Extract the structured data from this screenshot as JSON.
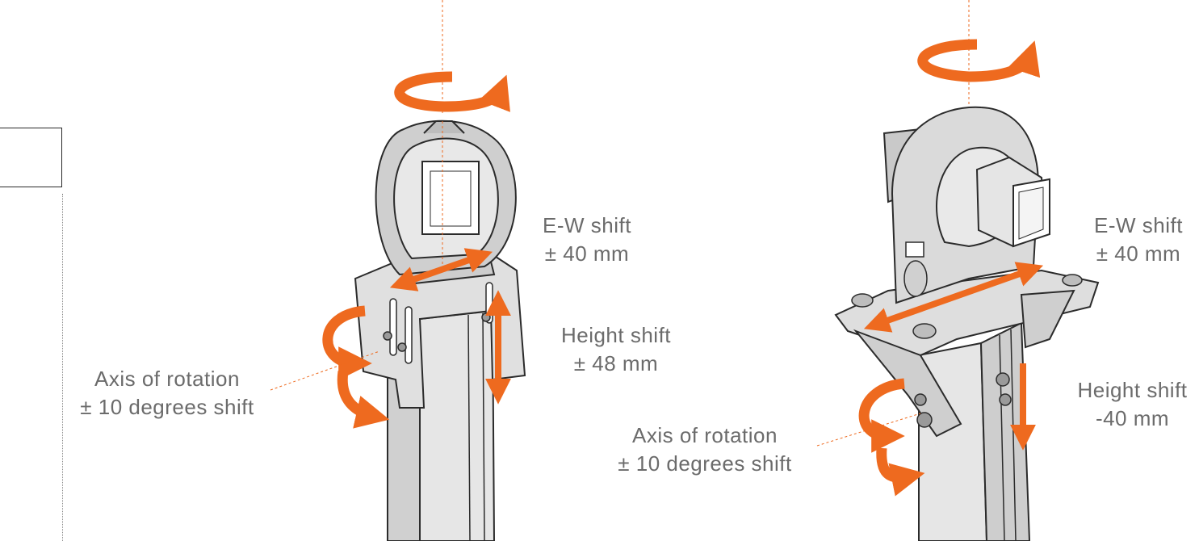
{
  "colors": {
    "accent": "#ee6a1f",
    "metal_light": "#e4e4e4",
    "metal_mid": "#cfcfcf",
    "metal_dark": "#b4b4b4",
    "outline": "#2b2b2b",
    "label_text": "#6b6b6b"
  },
  "left_bracket": {
    "ew_shift": {
      "line1": "E-W shift",
      "line2": "± 40 mm"
    },
    "height_shift": {
      "line1": "Height shift",
      "line2": "± 48 mm"
    },
    "rotation": {
      "line1": "Axis of rotation",
      "line2": "± 10 degrees shift"
    }
  },
  "right_bracket": {
    "ew_shift": {
      "line1": "E-W shift",
      "line2": "± 40 mm"
    },
    "height_shift": {
      "line1": "Height shift",
      "line2": "-40 mm"
    },
    "rotation": {
      "line1": "Axis of rotation",
      "line2": "± 10 degrees shift"
    }
  }
}
